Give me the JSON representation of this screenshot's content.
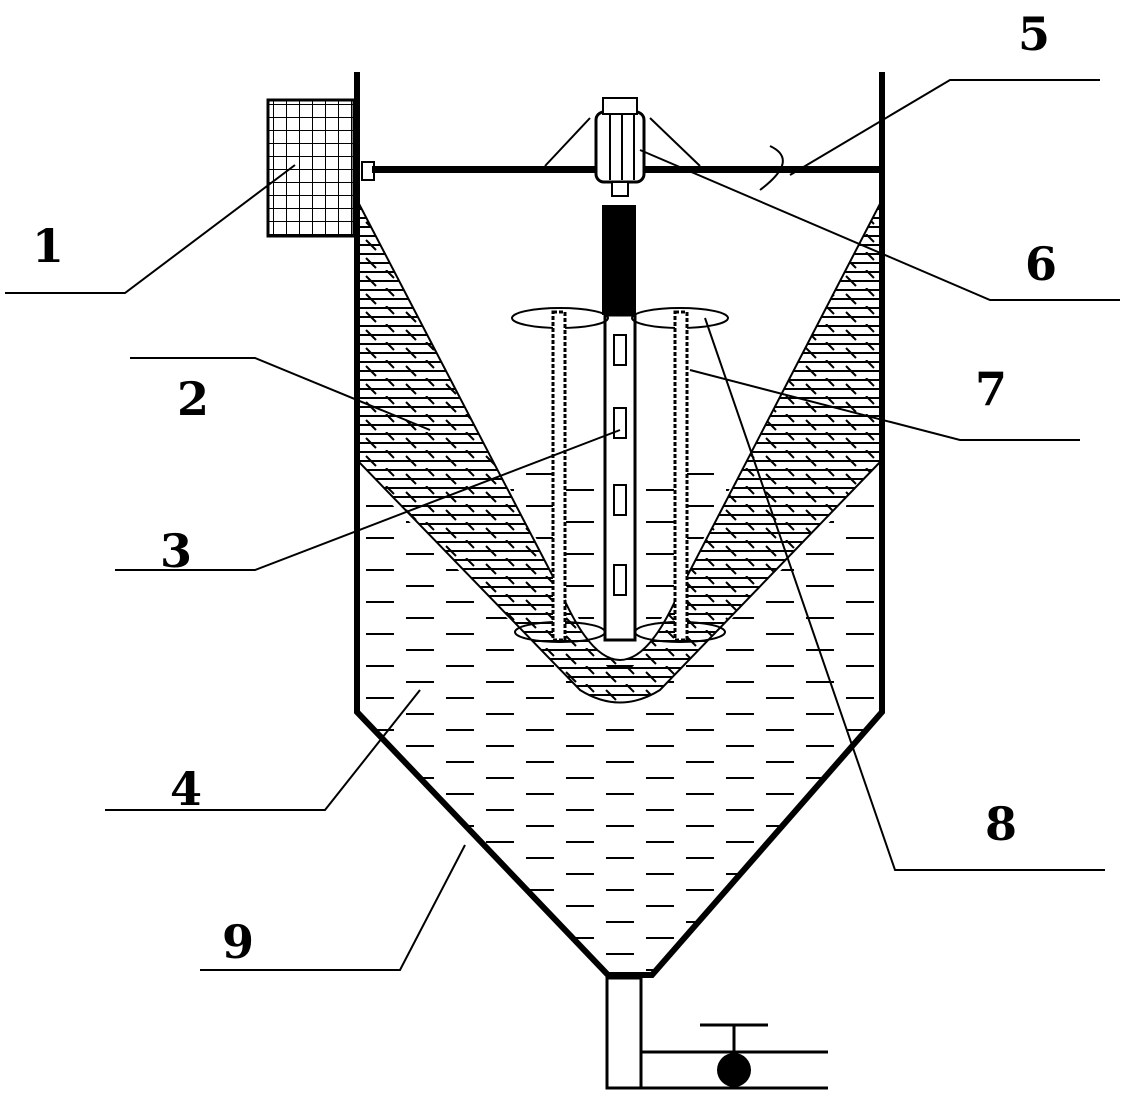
{
  "diagram": {
    "labels": [
      {
        "id": "1",
        "text": "1"
      },
      {
        "id": "2",
        "text": "2"
      },
      {
        "id": "3",
        "text": "3"
      },
      {
        "id": "4",
        "text": "4"
      },
      {
        "id": "5",
        "text": "5"
      },
      {
        "id": "6",
        "text": "6"
      },
      {
        "id": "7",
        "text": "7"
      },
      {
        "id": "8",
        "text": "8"
      },
      {
        "id": "9",
        "text": "9"
      }
    ],
    "colors": {
      "ink": "#000000",
      "background": "#ffffff"
    }
  }
}
